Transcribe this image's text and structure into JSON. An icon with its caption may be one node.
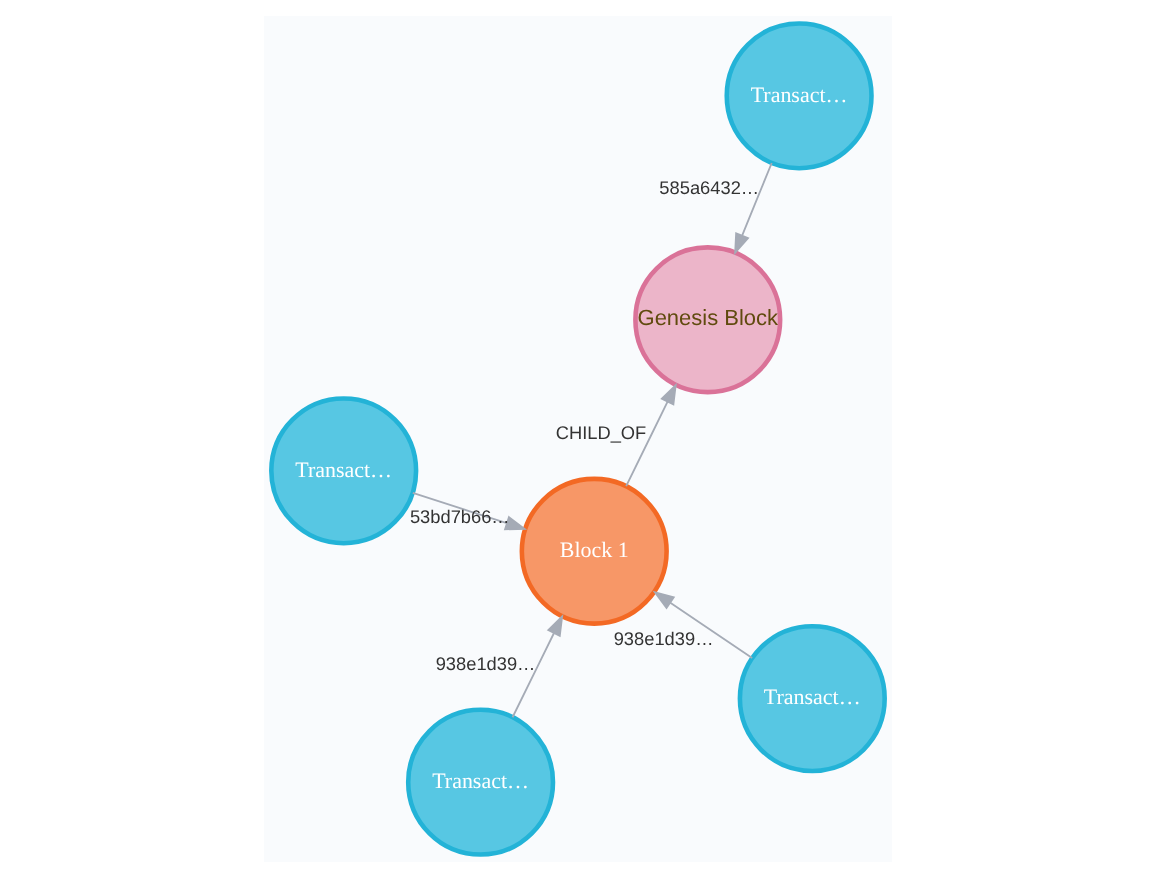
{
  "diagram": {
    "nodes": [
      {
        "text": [
          "Transact…"
        ]
      },
      {
        "text": [
          "Transact…"
        ]
      },
      {
        "text": [
          "Block 1"
        ]
      },
      {
        "text": [
          "Transact…"
        ]
      },
      {
        "text": [
          "Genesis Block"
        ]
      },
      {
        "text": [
          "Transact…"
        ]
      }
    ],
    "edges": [
      {
        "from": 1,
        "to": 2,
        "arrow": "to",
        "label": "938e1d39…"
      },
      {
        "from": 0,
        "to": 2,
        "arrow": "to",
        "label": "938e1d39…"
      },
      {
        "from": 5,
        "to": 2,
        "arrow": "to",
        "label": "53bd7b66…"
      },
      {
        "from": 2,
        "to": 4,
        "arrow": "to",
        "label": "CHILD_OF"
      },
      {
        "from": 3,
        "to": 4,
        "arrow": "to",
        "label": "585a6432…"
      }
    ]
  }
}
